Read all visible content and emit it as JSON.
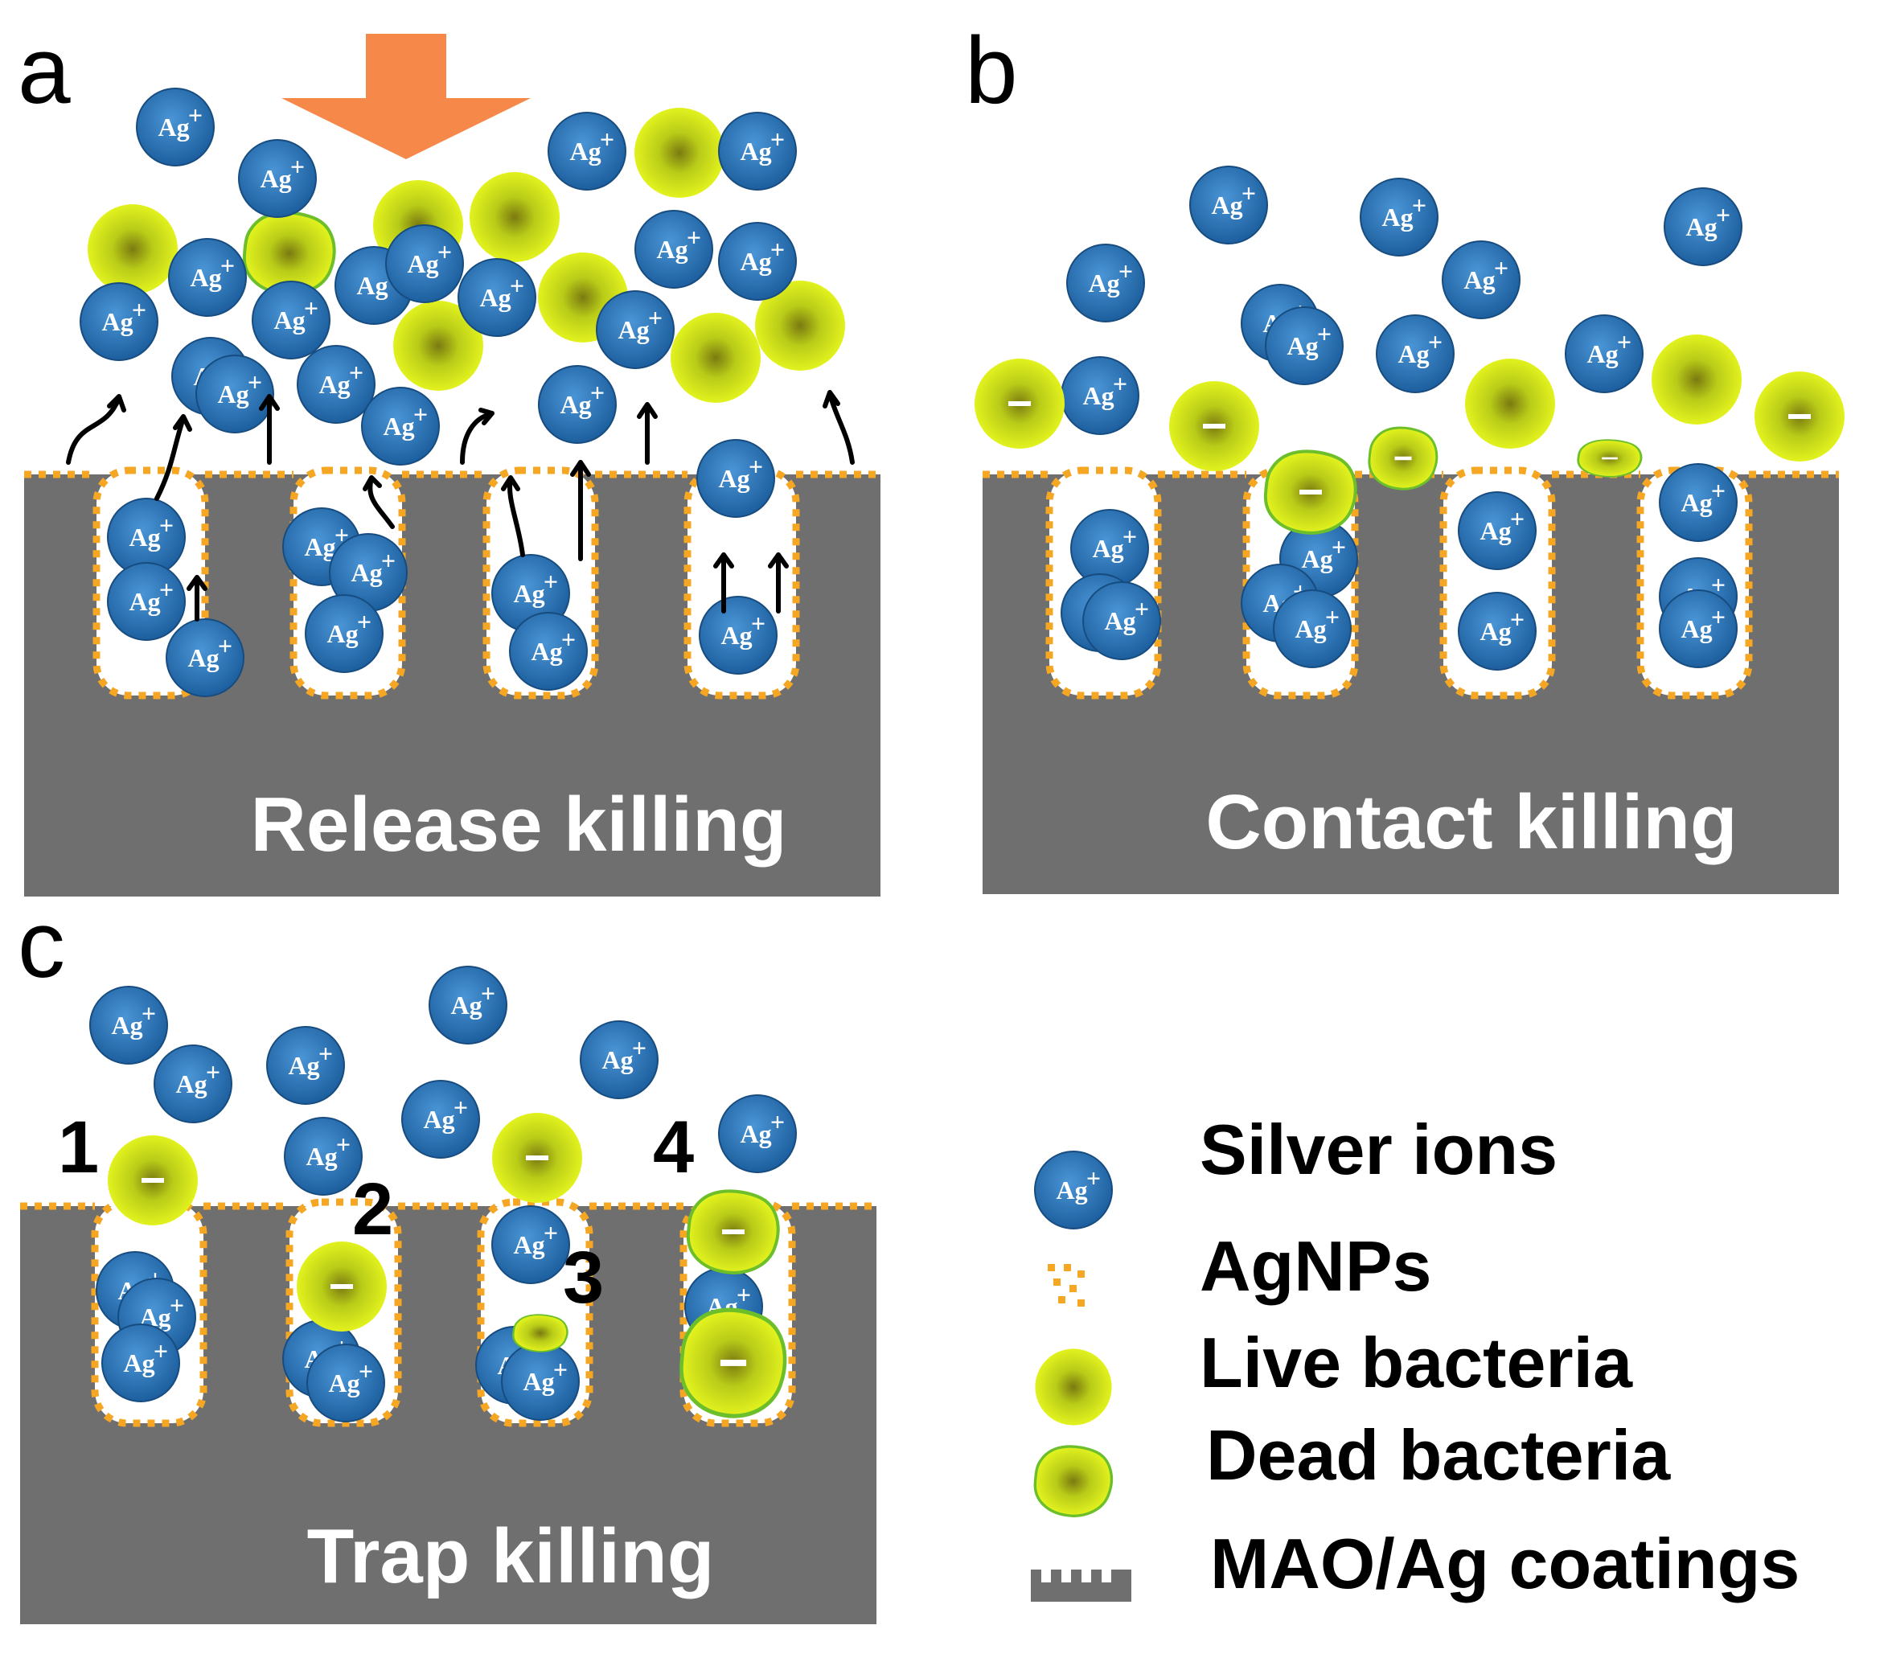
{
  "panels": {
    "a": {
      "letter": "a",
      "caption": "Release killing"
    },
    "b": {
      "letter": "b",
      "caption": "Contact killing"
    },
    "c": {
      "letter": "c",
      "caption": "Trap killing",
      "steps": [
        "1",
        "2",
        "3",
        "4"
      ]
    }
  },
  "ion_label": "Ag+",
  "bacteria_charge": "−",
  "legend": {
    "silver_ions": "Silver ions",
    "agnps": "AgNPs",
    "live_bacteria": "Live bacteria",
    "dead_bacteria": "Dead bacteria",
    "coatings": "MAO/Ag coatings"
  },
  "colors": {
    "substrate": "#6f6f6f",
    "agnp": "#f5a623",
    "ion": "#2b73b8",
    "bacteria": "#d6ec1c",
    "arrow": "#f6894a"
  }
}
